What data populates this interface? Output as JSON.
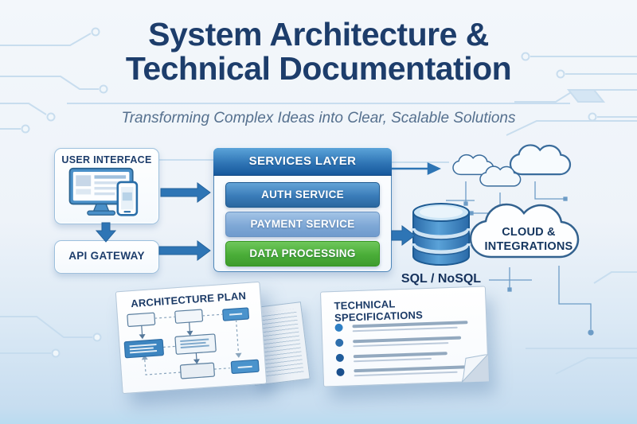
{
  "header": {
    "title_line1": "System Architecture &",
    "title_line2": "Technical Documentation",
    "subtitle": "Transforming Complex Ideas into Clear, Scalable Solutions"
  },
  "flow": {
    "user_interface": {
      "label": "USER INTERFACE"
    },
    "api_gateway": {
      "label": "API GATEWAY"
    },
    "services_layer": {
      "title": "SERVICES LAYER",
      "services": [
        {
          "label": "AUTH SERVICE",
          "color": "#3a7cb9"
        },
        {
          "label": "PAYMENT SERVICE",
          "color": "#7fa8d6"
        },
        {
          "label": "DATA PROCESSING",
          "color": "#4aad38"
        }
      ]
    },
    "database": {
      "label": "SQL / NoSQL"
    },
    "cloud": {
      "label_line1": "CLOUD &",
      "label_line2": "INTEGRATIONS"
    }
  },
  "documents": {
    "architecture_plan": {
      "title": "ARCHITECTURE PLAN"
    },
    "technical_specifications": {
      "title": "TECHNICAL SPECIFICATIONS"
    }
  },
  "colors": {
    "title_navy": "#1d3d6b",
    "subtitle_slate": "#55708e",
    "services_header_blue": "#17589c",
    "arrow_blue": "#2e75b5",
    "database_blue": "#3b82c4",
    "processing_green": "#4aad38",
    "circuit_trace": "#c6dcee"
  }
}
